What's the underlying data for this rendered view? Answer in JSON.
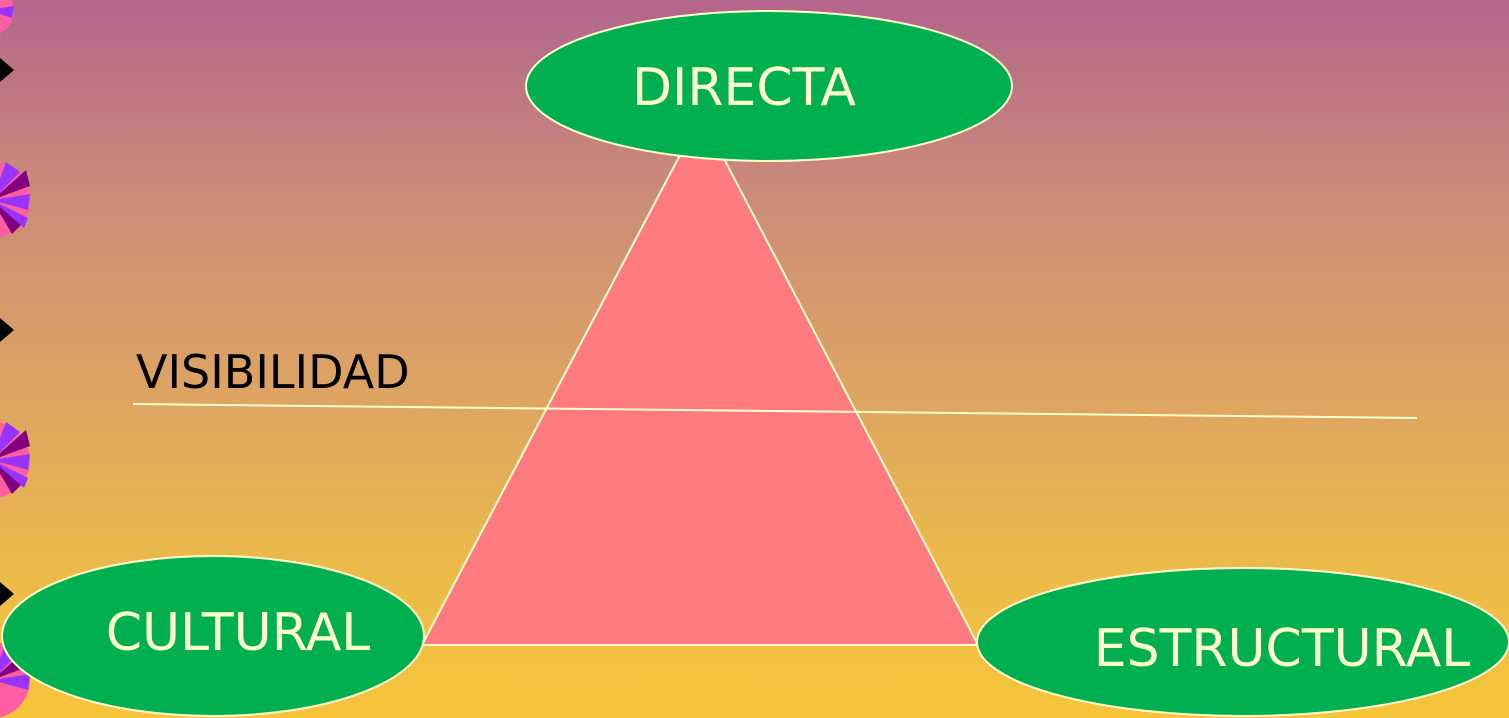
{
  "diagram": {
    "labels": {
      "top": "DIRECTA",
      "bottom_left": "CULTURAL",
      "bottom_right": "ESTRUCTURAL",
      "divider": "VISIBILIDAD"
    },
    "colors": {
      "background_top": "#b3658c",
      "background_bottom": "#f6c53a",
      "triangle": "#ff7b80",
      "node": "#00b050",
      "node_text": "#ffffcc",
      "line": "#ffffcc",
      "divider_text": "#000000"
    }
  },
  "decoration": {
    "side_ornaments": [
      "pinwheel-icon",
      "pinwheel-icon",
      "pinwheel-icon"
    ],
    "bullets": [
      "bullet-arrow-icon",
      "bullet-arrow-icon",
      "bullet-arrow-icon"
    ]
  }
}
